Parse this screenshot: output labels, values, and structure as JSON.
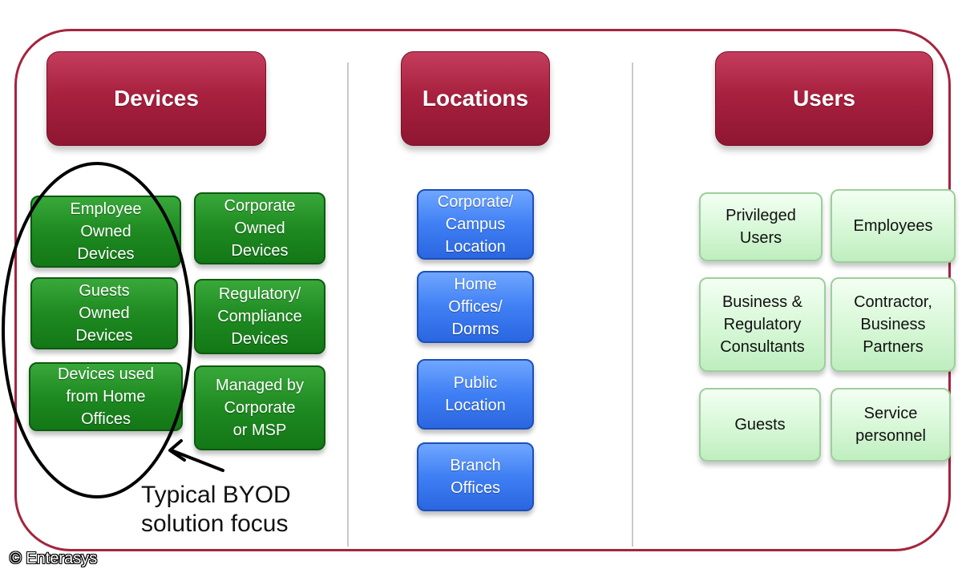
{
  "columns": {
    "devices": {
      "header": "Devices",
      "items": [
        "Employee\nOwned\nDevices",
        "Corporate\nOwned\nDevices",
        "Guests\nOwned\nDevices",
        "Regulatory/\nCompliance\nDevices",
        "Devices used\nfrom Home\nOffices",
        "Managed by\nCorporate\nor MSP"
      ]
    },
    "locations": {
      "header": "Locations",
      "items": [
        "Corporate/\nCampus\nLocation",
        "Home\nOffices/\nDorms",
        "Public\nLocation",
        "Branch\nOffices"
      ]
    },
    "users": {
      "header": "Users",
      "items": [
        "Privileged\nUsers",
        "Employees",
        "Business &\nRegulatory\nConsultants",
        "Contractor,\nBusiness\nPartners",
        "Guests",
        "Service\npersonnel"
      ]
    }
  },
  "annotation": {
    "text": "Typical BYOD\nsolution focus"
  },
  "copyright": "© Enterasys",
  "colors": {
    "frame": "#a5243f",
    "header": "#a8213f",
    "device_box": "#1e8a21",
    "location_box": "#3f7ff4",
    "user_box": "#d6f7d6"
  }
}
